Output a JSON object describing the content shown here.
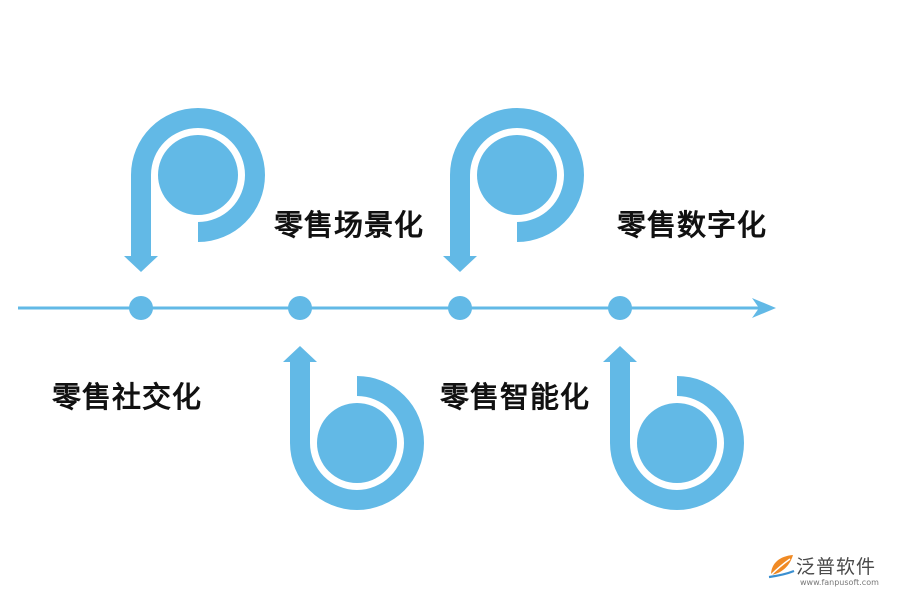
{
  "stages": [
    {
      "label": "零售社交化"
    },
    {
      "label": "零售场景化"
    },
    {
      "label": "零售智能化"
    },
    {
      "label": "零售数字化"
    }
  ],
  "colors": {
    "accent": "#62b9e6",
    "text": "#111111",
    "logo_orange": "#f08a24",
    "logo_blue": "#3a8fd0"
  },
  "logo": {
    "name": "泛普软件",
    "url": "www.fanpusoft.com",
    "icon": "leaf-logo-icon"
  }
}
